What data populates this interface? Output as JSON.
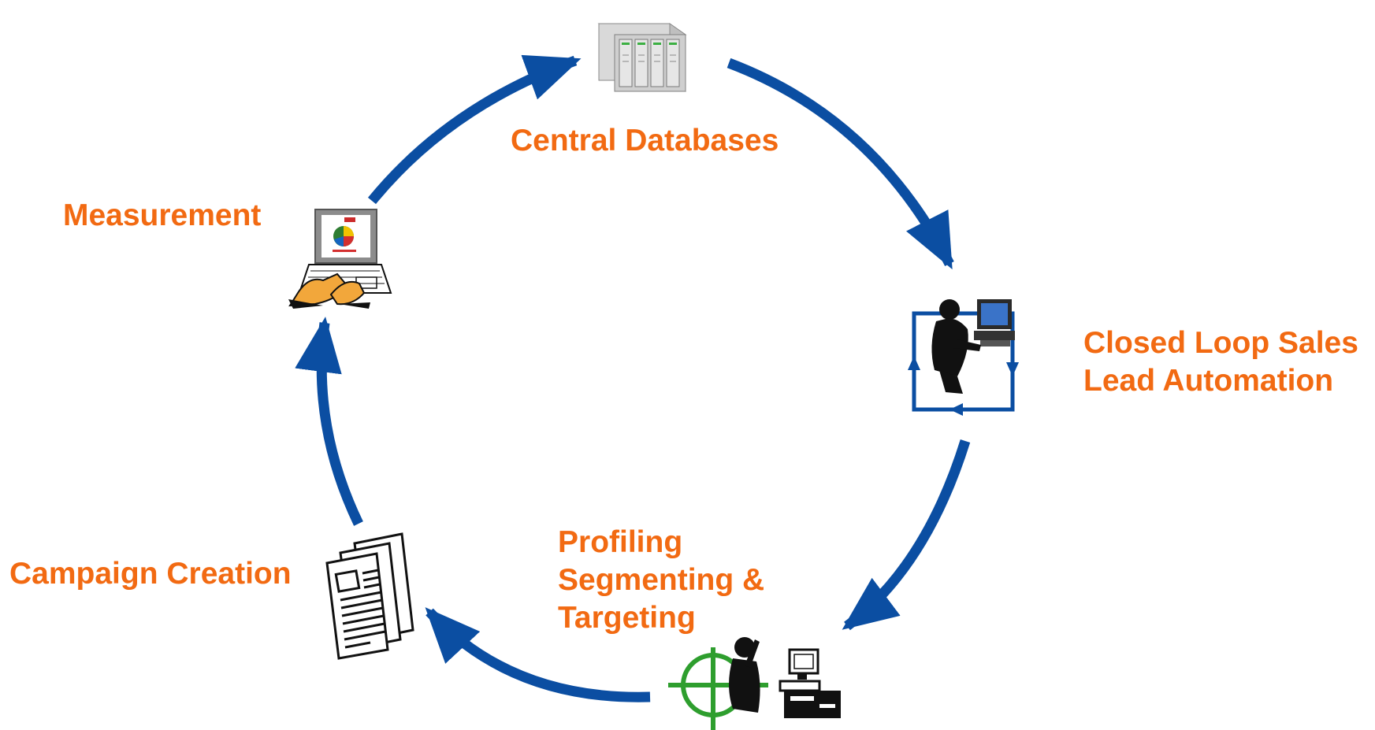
{
  "colors": {
    "label": "#F26A12",
    "arrow": "#0B4EA2",
    "icon_green": "#2E9E2E",
    "icon_dark": "#111111"
  },
  "stages": {
    "central_databases": {
      "label": "Central Databases",
      "icon": "server-rack-icon"
    },
    "closed_loop": {
      "lines": [
        "Closed Loop Sales",
        "Lead Automation"
      ],
      "icon": "person-at-computer-loop-icon"
    },
    "profiling": {
      "lines": [
        "Profiling",
        "Segmenting &",
        "Targeting"
      ],
      "icon": "target-analyst-icon"
    },
    "campaign_creation": {
      "label": "Campaign Creation",
      "icon": "documents-icon"
    },
    "measurement": {
      "label": "Measurement",
      "icon": "laptop-pie-chart-icon"
    }
  }
}
